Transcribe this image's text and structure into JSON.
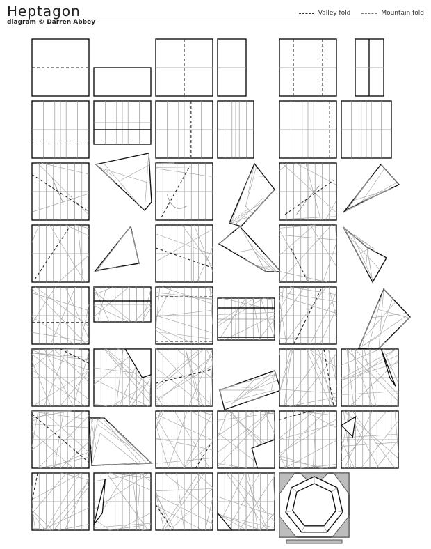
{
  "title": "Heptagon",
  "credit": "diagram © Darren Abbey",
  "legend": {
    "valley_label": "Valley fold",
    "mountain_label": "Mountain fold"
  },
  "colors": {
    "paper": "#ffffff",
    "line": "#111111",
    "crease": "#aaaaaa",
    "shade": "#bdbdbd"
  }
}
